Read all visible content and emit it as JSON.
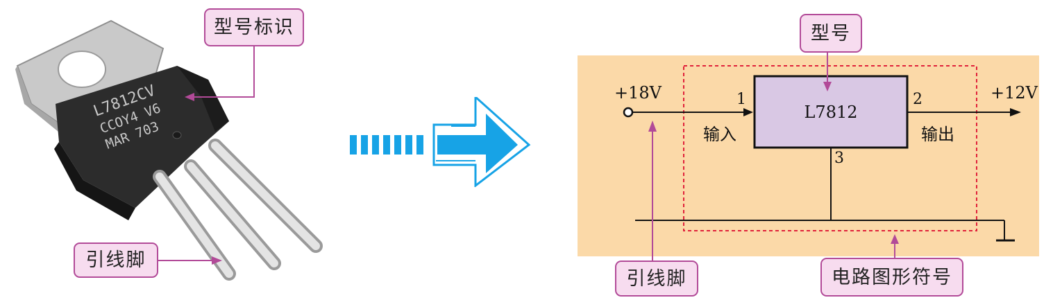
{
  "photo": {
    "marking_lines": [
      "L7812CV",
      "CCOY4 V6",
      "MAR 703"
    ],
    "callout_model_mark": "型号标识",
    "callout_pins": "引线脚"
  },
  "schematic": {
    "input_voltage": "+18V",
    "output_voltage": "+12V",
    "chip_name": "L7812",
    "pin1": "1",
    "pin2": "2",
    "pin3": "3",
    "input_label": "输入",
    "output_label": "输出",
    "callout_model": "型号",
    "callout_pins": "引线脚",
    "callout_symbol": "电路图形符号"
  },
  "colors": {
    "callout_border": "#b24a98",
    "callout_fill": "#f7dcef",
    "schematic_bg": "#fbd9a8",
    "chip_fill": "#d9c8e4",
    "dashed_box": "#e0203a",
    "arrow_blue": "#17a3e6"
  }
}
